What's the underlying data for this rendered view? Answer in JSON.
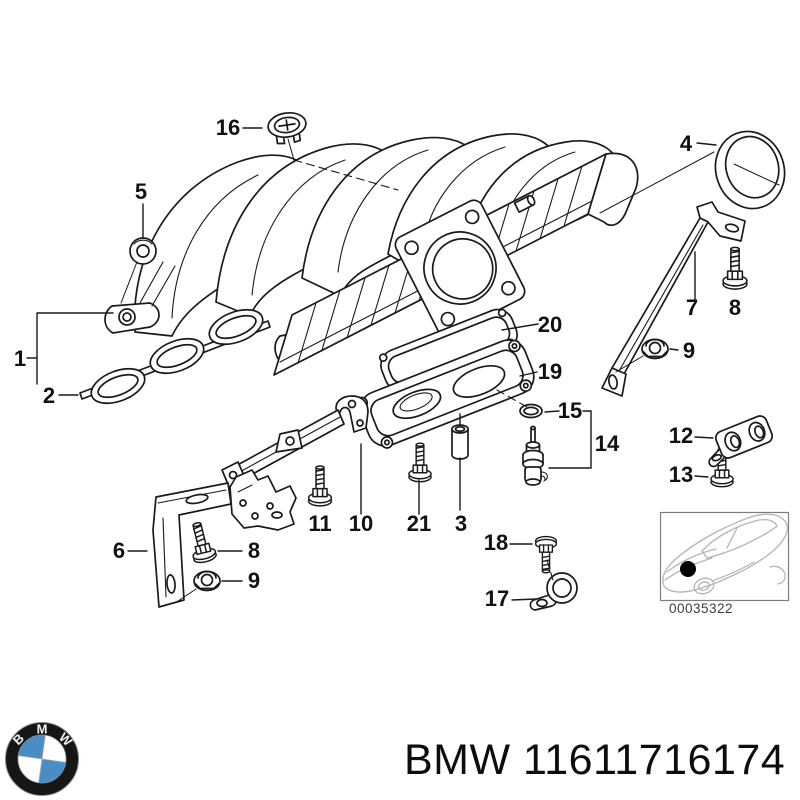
{
  "diagram": {
    "callouts": {
      "n1": "1",
      "n2": "2",
      "n3": "3",
      "n4": "4",
      "n5": "5",
      "n6": "6",
      "n7": "7",
      "n8a": "8",
      "n8b": "8",
      "n9a": "9",
      "n9b": "9",
      "n10": "10",
      "n11": "11",
      "n12": "12",
      "n13": "13",
      "n14": "14",
      "n15": "15",
      "n16": "16",
      "n17": "17",
      "n18": "18",
      "n19": "19",
      "n20": "20",
      "n21": "21"
    },
    "thumbnail": {
      "code": "00035322"
    }
  },
  "footer": {
    "title": "BMW 11611716174",
    "logo": {
      "b": "B",
      "m": "M",
      "w": "W"
    }
  },
  "colors": {
    "ink": "#1a1a1a",
    "car_line": "#b5b5b5",
    "logo_blue": "#4a8dc5",
    "logo_dark": "#161616",
    "code_text": "#3c3c3c"
  }
}
